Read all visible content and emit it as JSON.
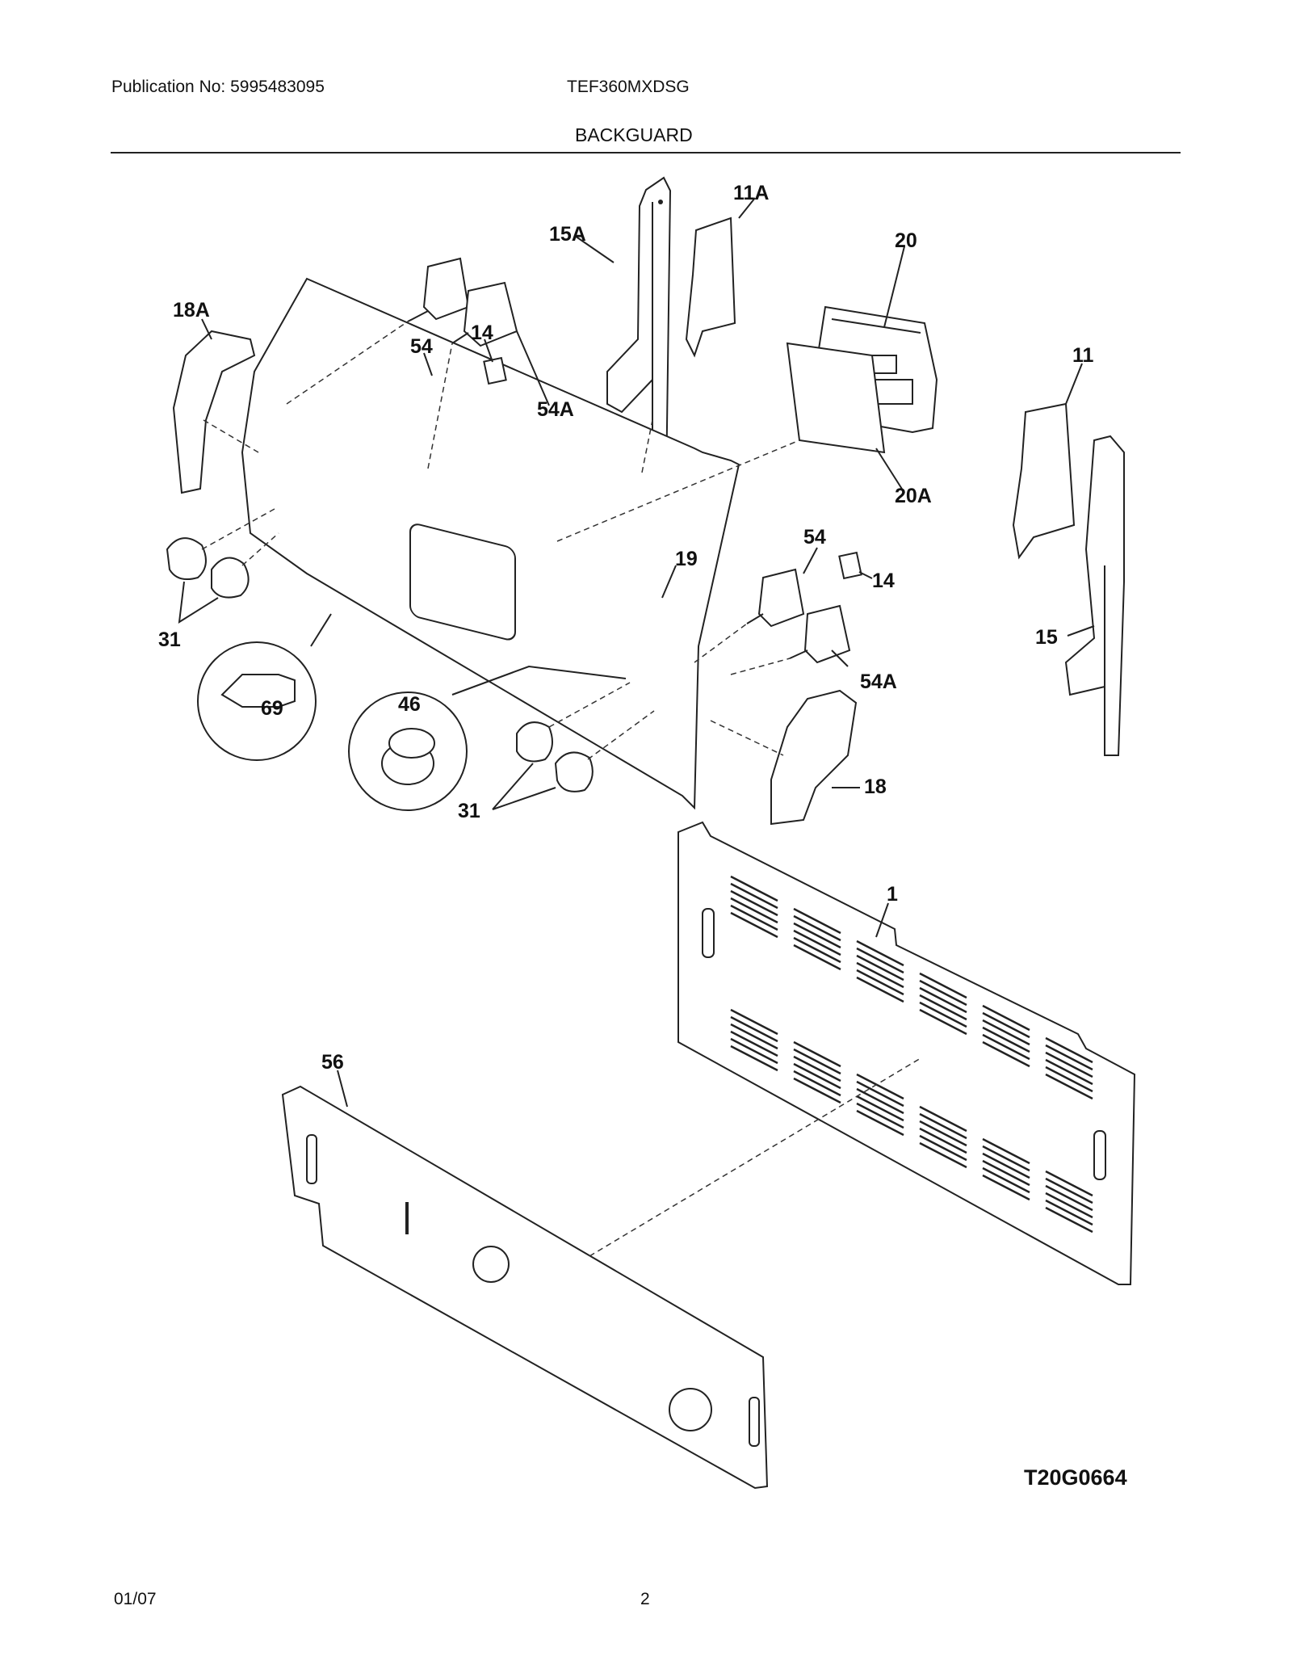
{
  "header": {
    "publication": "Publication No: 5995483095",
    "model": "TEF360MXDSG",
    "section": "BACKGUARD"
  },
  "diagram": {
    "code": "T20G0664",
    "callouts": [
      {
        "id": "c-11A",
        "text": "11A"
      },
      {
        "id": "c-15A",
        "text": "15A"
      },
      {
        "id": "c-20",
        "text": "20"
      },
      {
        "id": "c-18A",
        "text": "18A"
      },
      {
        "id": "c-54-top",
        "text": "54"
      },
      {
        "id": "c-14-top",
        "text": "14"
      },
      {
        "id": "c-54A-top",
        "text": "54A"
      },
      {
        "id": "c-11",
        "text": "11"
      },
      {
        "id": "c-20A",
        "text": "20A"
      },
      {
        "id": "c-19",
        "text": "19"
      },
      {
        "id": "c-54-mid",
        "text": "54"
      },
      {
        "id": "c-14-mid",
        "text": "14"
      },
      {
        "id": "c-31-left",
        "text": "31"
      },
      {
        "id": "c-15",
        "text": "15"
      },
      {
        "id": "c-54A-mid",
        "text": "54A"
      },
      {
        "id": "c-46",
        "text": "46"
      },
      {
        "id": "c-69",
        "text": "69"
      },
      {
        "id": "c-18",
        "text": "18"
      },
      {
        "id": "c-31-right",
        "text": "31"
      },
      {
        "id": "c-1",
        "text": "1"
      },
      {
        "id": "c-56",
        "text": "56"
      }
    ]
  },
  "footer": {
    "date": "01/07",
    "page": "2"
  }
}
